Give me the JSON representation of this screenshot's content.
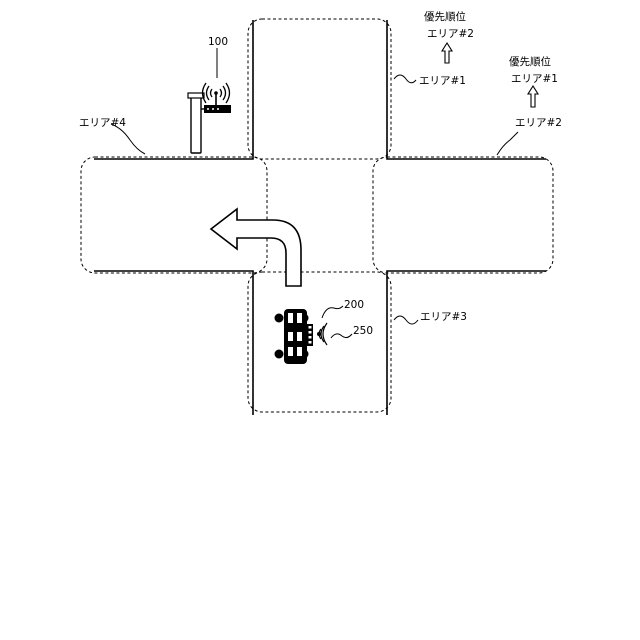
{
  "labels": {
    "rsu_ref": "100",
    "vehicle_ref": "200",
    "device_ref": "250",
    "area_north": "エリア#1",
    "area_east": "エリア#2",
    "area_south": "エリア#3",
    "area_west": "エリア#4"
  },
  "priority_column_1": {
    "header": "優先順位",
    "item": "エリア#2"
  },
  "priority_column_2": {
    "header": "優先順位",
    "item": "エリア#1"
  },
  "icons": [
    "roadside-unit-icon",
    "vehicle-icon",
    "wireless-signal-icon",
    "turn-arrow-icon",
    "up-arrow-icon"
  ],
  "colors": {
    "line": "#000000",
    "background": "#ffffff"
  }
}
